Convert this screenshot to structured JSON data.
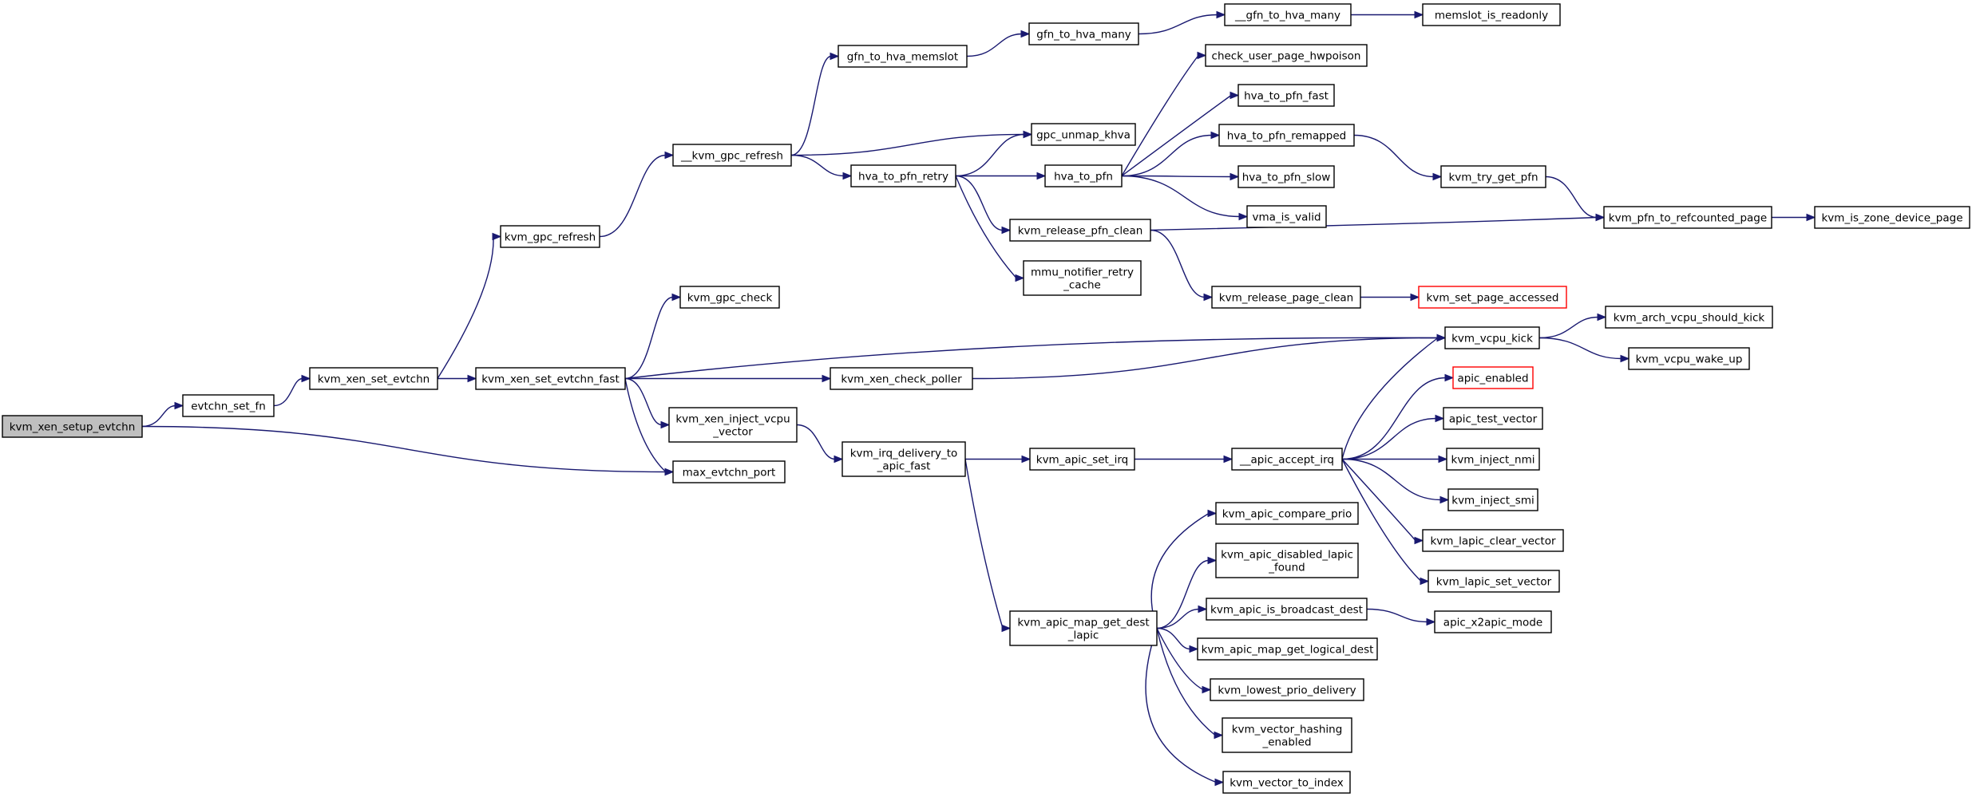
{
  "colors": {
    "edge": "#191970",
    "node_border": "#000000",
    "highlight_border": "#ff0000",
    "root_fill": "#bfbfbf"
  },
  "nodes": {
    "n0": {
      "lines": [
        "kvm_xen_setup_evtchn"
      ]
    },
    "n1": {
      "lines": [
        "evtchn_set_fn"
      ]
    },
    "n2": {
      "lines": [
        "kvm_xen_set_evtchn"
      ]
    },
    "n3": {
      "lines": [
        "kvm_gpc_refresh"
      ]
    },
    "n4": {
      "lines": [
        "__kvm_gpc_refresh"
      ]
    },
    "n5": {
      "lines": [
        "gfn_to_hva_memslot"
      ]
    },
    "n6": {
      "lines": [
        "gfn_to_hva_many"
      ]
    },
    "n7": {
      "lines": [
        "__gfn_to_hva_many"
      ]
    },
    "n8": {
      "lines": [
        "memslot_is_readonly"
      ]
    },
    "n9": {
      "lines": [
        "gpc_unmap_khva"
      ]
    },
    "n10": {
      "lines": [
        "hva_to_pfn_retry"
      ]
    },
    "n11": {
      "lines": [
        "hva_to_pfn"
      ]
    },
    "n12": {
      "lines": [
        "check_user_page_hwpoison"
      ]
    },
    "n13": {
      "lines": [
        "hva_to_pfn_fast"
      ]
    },
    "n14": {
      "lines": [
        "hva_to_pfn_remapped"
      ]
    },
    "n15": {
      "lines": [
        "kvm_try_get_pfn"
      ]
    },
    "n16": {
      "lines": [
        "kvm_pfn_to_refcounted_page"
      ]
    },
    "n17": {
      "lines": [
        "kvm_is_zone_device_page"
      ]
    },
    "n18": {
      "lines": [
        "hva_to_pfn_slow"
      ]
    },
    "n19": {
      "lines": [
        "vma_is_valid"
      ]
    },
    "n20": {
      "lines": [
        "kvm_release_pfn_clean"
      ]
    },
    "n21": {
      "lines": [
        "kvm_release_page_clean"
      ]
    },
    "n22": {
      "lines": [
        "kvm_set_page_accessed"
      ]
    },
    "n23": {
      "lines": [
        "mmu_notifier_retry",
        "_cache"
      ]
    },
    "n24": {
      "lines": [
        "kvm_xen_set_evtchn_fast"
      ]
    },
    "n25": {
      "lines": [
        "kvm_gpc_check"
      ]
    },
    "n26": {
      "lines": [
        "kvm_vcpu_kick"
      ]
    },
    "n27": {
      "lines": [
        "kvm_arch_vcpu_should_kick"
      ]
    },
    "n28": {
      "lines": [
        "kvm_vcpu_wake_up"
      ]
    },
    "n29": {
      "lines": [
        "kvm_xen_check_poller"
      ]
    },
    "n30": {
      "lines": [
        "kvm_xen_inject_vcpu",
        "_vector"
      ]
    },
    "n31": {
      "lines": [
        "kvm_irq_delivery_to",
        "_apic_fast"
      ]
    },
    "n32": {
      "lines": [
        "kvm_apic_set_irq"
      ]
    },
    "n33": {
      "lines": [
        "__apic_accept_irq"
      ]
    },
    "n34": {
      "lines": [
        "apic_enabled"
      ]
    },
    "n35": {
      "lines": [
        "apic_test_vector"
      ]
    },
    "n36": {
      "lines": [
        "kvm_inject_nmi"
      ]
    },
    "n37": {
      "lines": [
        "kvm_inject_smi"
      ]
    },
    "n38": {
      "lines": [
        "kvm_lapic_clear_vector"
      ]
    },
    "n39": {
      "lines": [
        "kvm_lapic_set_vector"
      ]
    },
    "n40": {
      "lines": [
        "max_evtchn_port"
      ]
    },
    "n41": {
      "lines": [
        "kvm_apic_map_get_dest",
        "_lapic"
      ]
    },
    "n42": {
      "lines": [
        "kvm_apic_compare_prio"
      ]
    },
    "n43": {
      "lines": [
        "kvm_apic_disabled_lapic",
        "_found"
      ]
    },
    "n44": {
      "lines": [
        "kvm_apic_is_broadcast_dest"
      ]
    },
    "n45": {
      "lines": [
        "apic_x2apic_mode"
      ]
    },
    "n46": {
      "lines": [
        "kvm_apic_map_get_logical_dest"
      ]
    },
    "n47": {
      "lines": [
        "kvm_lowest_prio_delivery"
      ]
    },
    "n48": {
      "lines": [
        "kvm_vector_hashing",
        "_enabled"
      ]
    },
    "n49": {
      "lines": [
        "kvm_vector_to_index"
      ]
    }
  },
  "edges": [
    [
      "n0",
      "n1"
    ],
    [
      "n0",
      "n40"
    ],
    [
      "n1",
      "n2"
    ],
    [
      "n2",
      "n3"
    ],
    [
      "n2",
      "n24"
    ],
    [
      "n3",
      "n4"
    ],
    [
      "n4",
      "n5"
    ],
    [
      "n4",
      "n9"
    ],
    [
      "n4",
      "n10"
    ],
    [
      "n5",
      "n6"
    ],
    [
      "n6",
      "n7"
    ],
    [
      "n7",
      "n8"
    ],
    [
      "n10",
      "n9"
    ],
    [
      "n10",
      "n11"
    ],
    [
      "n10",
      "n20"
    ],
    [
      "n10",
      "n23"
    ],
    [
      "n11",
      "n12"
    ],
    [
      "n11",
      "n13"
    ],
    [
      "n11",
      "n14"
    ],
    [
      "n11",
      "n18"
    ],
    [
      "n11",
      "n19"
    ],
    [
      "n14",
      "n15"
    ],
    [
      "n15",
      "n16"
    ],
    [
      "n16",
      "n17"
    ],
    [
      "n20",
      "n16"
    ],
    [
      "n20",
      "n21"
    ],
    [
      "n21",
      "n22"
    ],
    [
      "n24",
      "n25"
    ],
    [
      "n24",
      "n26"
    ],
    [
      "n24",
      "n29"
    ],
    [
      "n24",
      "n30"
    ],
    [
      "n24",
      "n40"
    ],
    [
      "n26",
      "n27"
    ],
    [
      "n26",
      "n28"
    ],
    [
      "n29",
      "n26"
    ],
    [
      "n30",
      "n31"
    ],
    [
      "n31",
      "n32"
    ],
    [
      "n31",
      "n41"
    ],
    [
      "n32",
      "n33"
    ],
    [
      "n33",
      "n26"
    ],
    [
      "n33",
      "n34"
    ],
    [
      "n33",
      "n35"
    ],
    [
      "n33",
      "n36"
    ],
    [
      "n33",
      "n37"
    ],
    [
      "n33",
      "n38"
    ],
    [
      "n33",
      "n39"
    ],
    [
      "n41",
      "n42"
    ],
    [
      "n41",
      "n43"
    ],
    [
      "n41",
      "n44"
    ],
    [
      "n41",
      "n46"
    ],
    [
      "n41",
      "n47"
    ],
    [
      "n41",
      "n48"
    ],
    [
      "n41",
      "n49"
    ],
    [
      "n44",
      "n45"
    ]
  ]
}
